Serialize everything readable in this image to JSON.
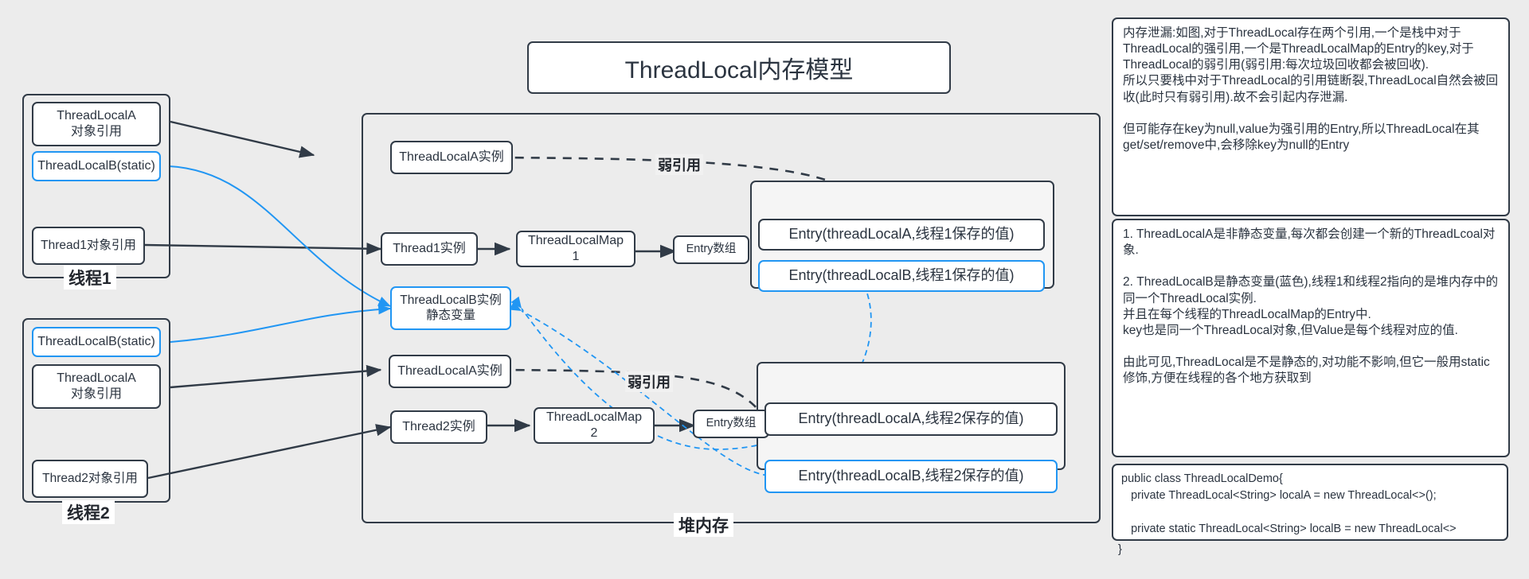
{
  "diagram": {
    "title": "ThreadLocal内存模型",
    "heap_label": "堆内存",
    "weak_ref_label_1": "弱引用",
    "weak_ref_label_2": "弱引用",
    "accent_blue": "#2196f3",
    "stroke_dark": "#313b47",
    "background": "#ececec"
  },
  "threads": [
    {
      "group_label": "线程1",
      "items": [
        {
          "label": "ThreadLocalA\n对象引用",
          "style": "dark"
        },
        {
          "label": "ThreadLocalB(static)",
          "style": "blue"
        },
        {
          "label": "Thread1对象引用",
          "style": "dark"
        }
      ]
    },
    {
      "group_label": "线程2",
      "items": [
        {
          "label": "ThreadLocalB(static)",
          "style": "blue"
        },
        {
          "label": "ThreadLocalA\n对象引用",
          "style": "dark"
        },
        {
          "label": "Thread2对象引用",
          "style": "dark"
        }
      ]
    }
  ],
  "heap": {
    "nodes": {
      "threadlocalA_instance_1": "ThreadLocalA实例",
      "thread1_instance": "Thread1实例",
      "threadlocalmap_1": "ThreadLocalMap\n1",
      "entry_array_1": "Entry数组",
      "threadlocalB_instance": "ThreadLocalB实例\n静态变量",
      "threadlocalA_instance_2": "ThreadLocalA实例",
      "thread2_instance": "Thread2实例",
      "threadlocalmap_2": "ThreadLocalMap\n2",
      "entry_array_2": "Entry数组"
    },
    "entries_group_1": [
      {
        "label": "Entry(threadLocalA,线程1保存的值)",
        "style": "dark"
      },
      {
        "label": "Entry(threadLocalB,线程1保存的值)",
        "style": "blue"
      }
    ],
    "entries_group_2": [
      {
        "label": "Entry(threadLocalA,线程2保存的值)",
        "style": "dark"
      },
      {
        "label": "Entry(threadLocalB,线程2保存的值)",
        "style": "blue"
      }
    ]
  },
  "notes": {
    "memory_leak": "内存泄漏:如图,对于ThreadLocal存在两个引用,一个是栈中对于ThreadLocal的强引用,一个是ThreadLocalMap的Entry的key,对于ThreadLocal的弱引用(弱引用:每次垃圾回收都会被回收).\n所以只要栈中对于ThreadLocal的引用链断裂,ThreadLocal自然会被回收(此时只有弱引用).故不会引起内存泄漏.\n\n但可能存在key为null,value为强引用的Entry,所以ThreadLocal在其get/set/remove中,会移除key为null的Entry",
    "explanation": "1. ThreadLocalA是非静态变量,每次都会创建一个新的ThreadLcoal对象.\n\n2. ThreadLocalB是静态变量(蓝色),线程1和线程2指向的是堆内存中的同一个ThreadLocal实例.\n并且在每个线程的ThreadLocalMap的Entry中.\nkey也是同一个ThreadLocal对象,但Value是每个线程对应的值.\n\n由此可见,ThreadLocal是不是静态的,对功能不影响,但它一般用static修饰,方便在线程的各个地方获取到",
    "code": "public class ThreadLocalDemo{\n   private ThreadLocal<String> localA = new ThreadLocal<>();\n\n   private static ThreadLocal<String> localB = new ThreadLocal<>\n();",
    "code_tail": "}"
  }
}
